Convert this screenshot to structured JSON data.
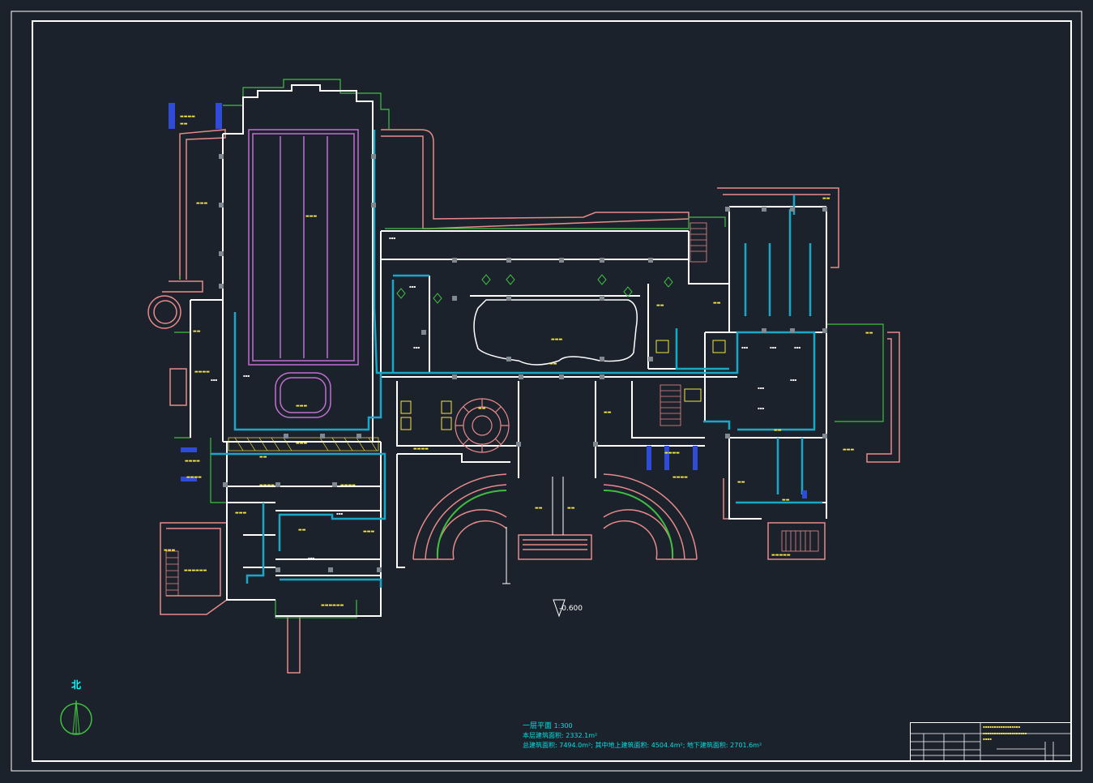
{
  "drawing": {
    "north_label": "北",
    "level_mark": "-0.600",
    "plan_title": "一层平面",
    "plan_scale": "1:300",
    "note_line_1": "本层建筑面积: 2332.1m²",
    "note_line_2": "总建筑面积: 7494.0m²; 其中地上建筑面积: 4504.4m²; 地下建筑面积: 2701.6m²"
  },
  "colors": {
    "background": "#1c222c",
    "frame": "#ffffff",
    "wall": "#ffffff",
    "outline_red": "#e88a8a",
    "outline_green": "#3fbf3f",
    "pool_magenta": "#c070d0",
    "duct_cyan": "#1aa7c7",
    "text_yellow": "#f5e642",
    "fixture_blue": "#2f4bd8",
    "note_cyan": "#00e0e0"
  }
}
